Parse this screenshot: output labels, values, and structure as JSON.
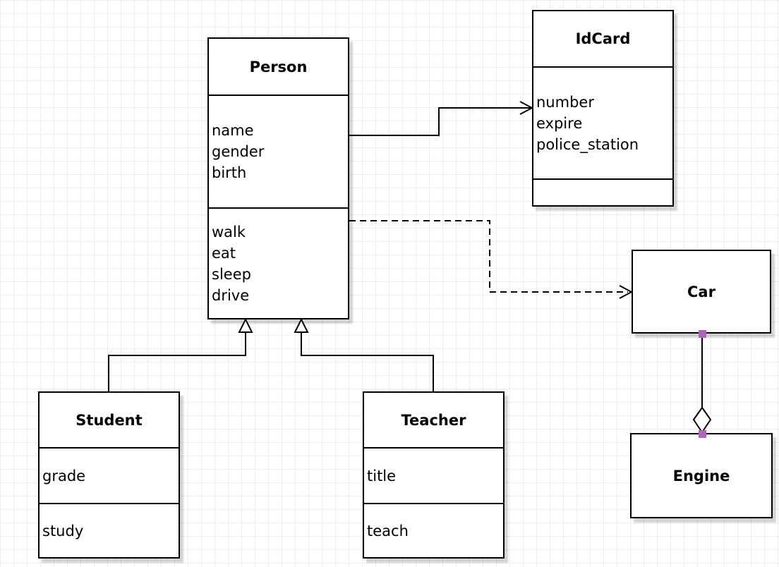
{
  "diagram": {
    "type": "uml-class-diagram",
    "classes": [
      {
        "name": "Person",
        "attributes": [
          "name",
          "gender",
          "birth"
        ],
        "methods": [
          "walk",
          "eat",
          "sleep",
          "drive"
        ]
      },
      {
        "name": "IdCard",
        "attributes": [
          "number",
          "expire",
          "police_station"
        ],
        "methods": []
      },
      {
        "name": "Car",
        "attributes": [],
        "methods": []
      },
      {
        "name": "Engine",
        "attributes": [],
        "methods": []
      },
      {
        "name": "Student",
        "attributes": [
          "grade"
        ],
        "methods": [
          "study"
        ]
      },
      {
        "name": "Teacher",
        "attributes": [
          "title"
        ],
        "methods": [
          "teach"
        ]
      }
    ],
    "relationships": [
      {
        "from": "Person",
        "to": "IdCard",
        "type": "directed-association",
        "line": "solid",
        "arrowhead": "open-arrow"
      },
      {
        "from": "Person",
        "to": "Car",
        "type": "dependency",
        "line": "dashed",
        "arrowhead": "open-arrow"
      },
      {
        "from": "Student",
        "to": "Person",
        "type": "generalization",
        "line": "solid",
        "arrowhead": "hollow-triangle"
      },
      {
        "from": "Teacher",
        "to": "Person",
        "type": "generalization",
        "line": "solid",
        "arrowhead": "hollow-triangle"
      },
      {
        "from": "Engine",
        "to": "Car",
        "type": "aggregation",
        "line": "solid",
        "arrowhead": "hollow-diamond"
      }
    ],
    "colors": {
      "shape_fill": "#ffffff",
      "shape_stroke": "#000000",
      "connection_point": "#b264ba",
      "grid_line": "#ededed",
      "shadow": "#d6d6d6"
    }
  }
}
